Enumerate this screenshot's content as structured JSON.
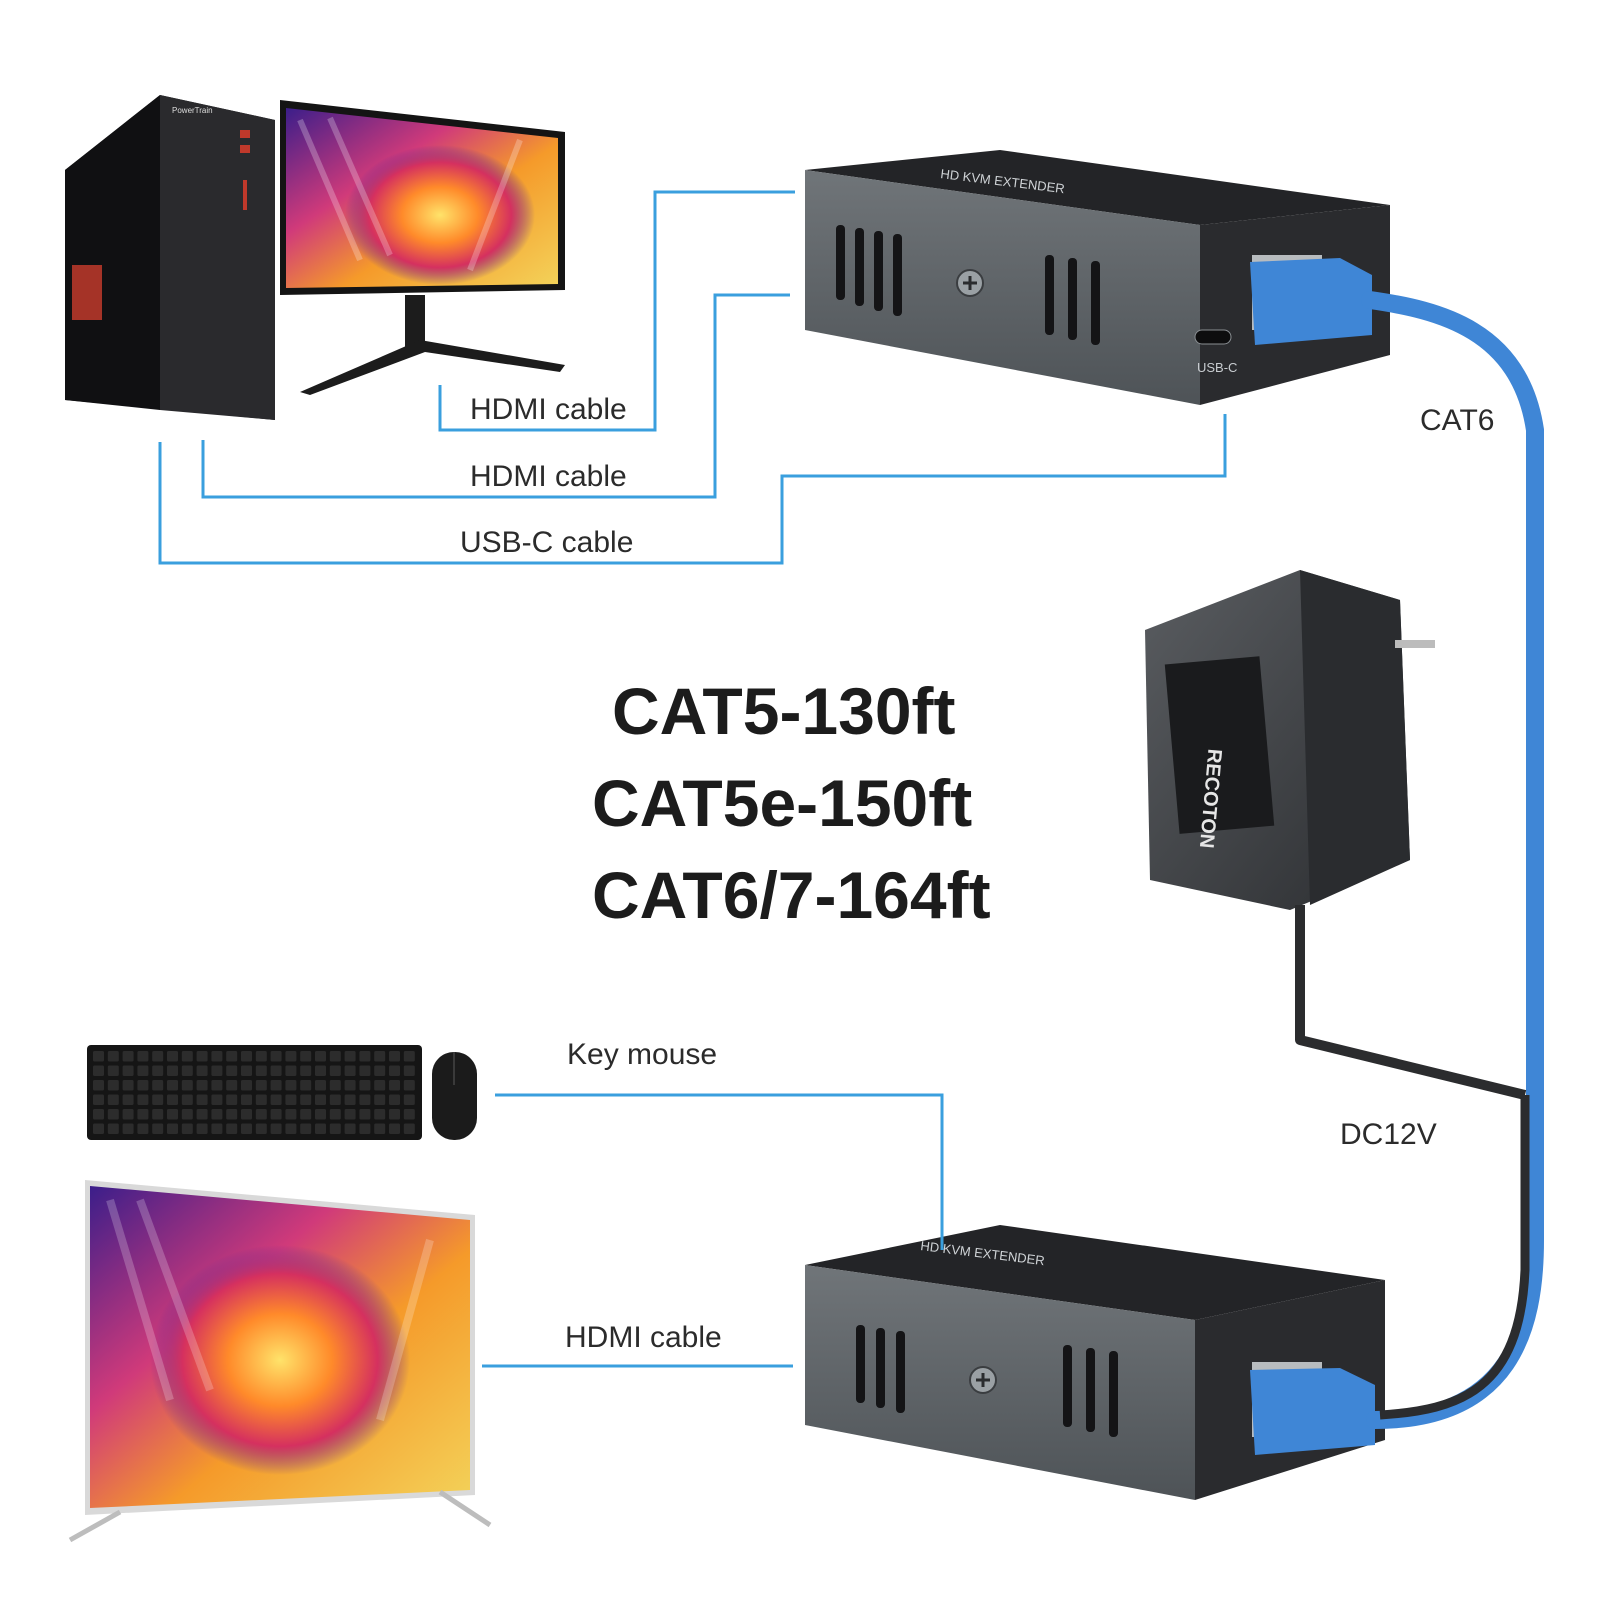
{
  "connections": {
    "hdmi_cable_1": "HDMI cable",
    "hdmi_cable_2": "HDMI cable",
    "usbc_cable": "USB-C cable",
    "cat6": "CAT6",
    "key_mouse": "Key mouse",
    "dc12v": "DC12V",
    "hdmi_cable_rx": "HDMI cable"
  },
  "specs": [
    "CAT5-130ft",
    "CAT5e-150ft",
    "CAT6/7-164ft"
  ],
  "devices": {
    "pc_brand": "PowerTrain",
    "extender_label": "HD KVM EXTENDER",
    "usbc_port": "USB-C",
    "adapter_brand": "RECOTON"
  },
  "colors": {
    "connector_line": "#3a9fde",
    "cat_cable": "#3f86d6",
    "device_body": "#5c6167",
    "device_dark": "#1e1f22"
  }
}
